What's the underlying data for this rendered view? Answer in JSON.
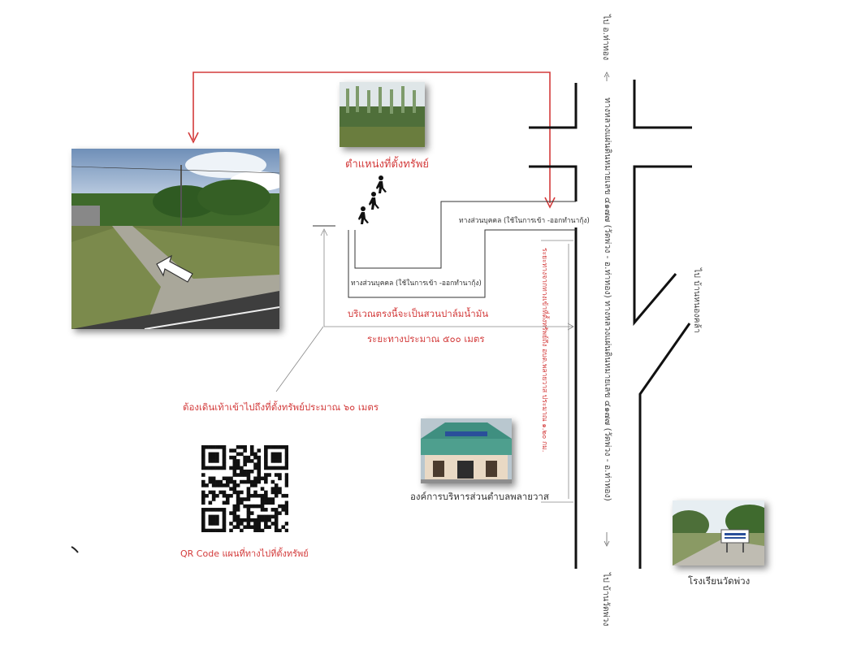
{
  "labels": {
    "property_location": "ตำแหน่งที่ตั้งทรัพย์",
    "private_way_1": "ทางส่วนบุคคล (ใช้ในการเข้า -ออกทำนากุ้ง)",
    "private_way_2": "ทางส่วนบุคคล (ใช้ในการเข้า -ออกทำนากุ้ง)",
    "palm_area": "บริเวณตรงนี้จะเป็นสวนปาล์มน้ำมัน",
    "distance_500": "ระยะทางประมาณ ๕๐๐ เมตร",
    "walk_60": "ต้องเดินเท้าเข้าไปถึงที่ตั้งทรัพย์ประมาณ ๖๐ เมตร",
    "sao_office": "องค์การบริหารส่วนตำบลพลายวาส",
    "school": "โรงเรียนวัดพ่วง",
    "qr_caption": "QR Code แผนที่ทางไปที่ตั้งทรัพย์",
    "highway_name": "ทางหลวงแผ่นดินหมายเลข ๔๑๗๗ (วัดพ่วง - อ.ท่าทอง) ทางหลวงแผ่นดินหมายเลข ๔๑๗๗ (วัดพ่วง - อ.ท่าทอง)",
    "to_thathong": "ไป อ.ท่าทอง",
    "to_wat_phuang": "ไป บ้านวัดพ่วง",
    "to_nong_khla": "ไป บ้านหนองคล้า",
    "distance_vertical": "ระยะทางจากทางเข้าที่ตั้งทรัพย์ถึง อบต.พลายวาส ประมาณ ๑.๒๐ กม."
  },
  "icons": {
    "walker": "walking-person-icon",
    "arrow": "white-arrow-icon",
    "qr": "qr-code-icon"
  },
  "colors": {
    "route": "#d33b3b",
    "road": "#111111",
    "text_red": "#d33b3b"
  }
}
